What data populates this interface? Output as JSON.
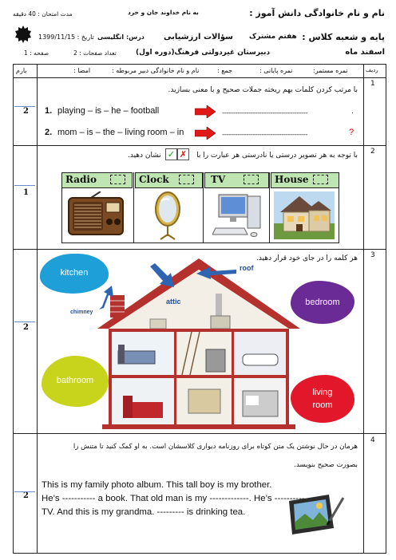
{
  "header": {
    "line1_right": "نام و نام خانوادگی دانش آموز :",
    "line1_left": "به نام خداوند جان و خرد",
    "duration": "مدت امتحان : 40 دقیقه",
    "line2": "پایه و شعبه کلاس :",
    "grade": "هفتم مشترک",
    "exam_title": "سؤالات ارزشیابی",
    "subject": "درس: انگلیسی",
    "date": "تاریخ : 1399/11/15",
    "month": "اسفند ماه",
    "school": "دبیرستان غیردولتی فرهنگ(دوره اول)",
    "pages": "تعداد صفحات : 2",
    "page": "صفحه : 1"
  },
  "table_header": {
    "row": "ردیف",
    "continuous": "نمره مستمر:",
    "final": "نمره پایانی :",
    "total": "جمع :",
    "teacher": "نام و نام خانوادگی دبیر مربوطه :",
    "signature": "امضا :",
    "score": "بارم"
  },
  "q1": {
    "num": "1",
    "score": "2",
    "instruction": "با مرتب کردن کلمات بهم ریخته جملات صحیح و با معنی بسازید.",
    "items": [
      {
        "n": "1.",
        "text": "playing – is  – he – football",
        "end": "."
      },
      {
        "n": "2.",
        "text": "mom – is – the – living room – in",
        "end": "?"
      }
    ]
  },
  "q2": {
    "num": "2",
    "score": "1",
    "instruction": "با توجه به هر تصویر درستی یا نادرستی هر عبارت را با",
    "instruction_end": "نشان دهید.",
    "cards": [
      "Radio",
      "Clock",
      "TV",
      "House"
    ]
  },
  "q3": {
    "num": "3",
    "score": "2",
    "instruction": "هر کلمه را در جای خود قرار دهید.",
    "labels": {
      "kitchen": "kitchen",
      "roof": "roof",
      "attic": "attic",
      "chimney": "chimney",
      "bedroom": "bedroom",
      "bathroom": "bathroom",
      "living": "living",
      "room": "room"
    },
    "colors": {
      "kitchen": "#1f9fd8",
      "bedroom": "#6a2b97",
      "bathroom": "#c8d31c",
      "living_room": "#e2182a",
      "house": "#b5312e"
    }
  },
  "q4": {
    "num": "4",
    "score": "2",
    "instruction1": "هرمان در حال نوشتن یک متن کوتاه برای روزنامه دیواری کلاسشان است. به او کمک کنید تا متنش را",
    "instruction2": "بصورت صحیح بنویسد.",
    "lines": [
      "This is my family photo album. This tall boy is my brother.",
      "He’s ----------- a book. That old man is my -------------. He’s ----------",
      "TV. And this is my grandma. --------- is drinking tea."
    ]
  }
}
